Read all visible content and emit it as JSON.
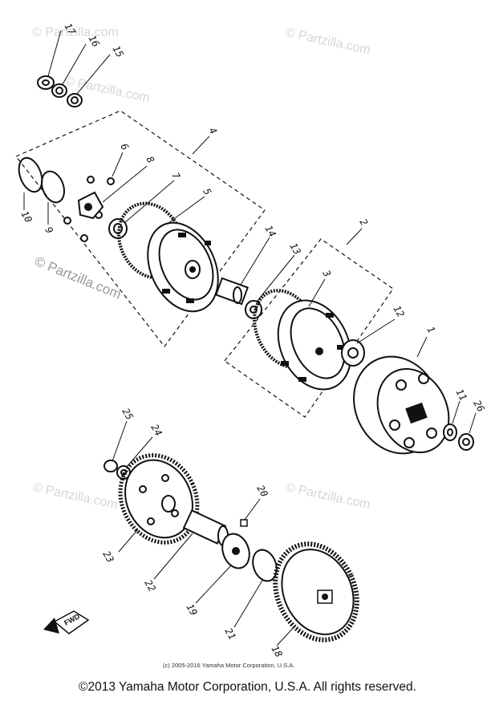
{
  "watermarks": [
    "© Partzilla.com",
    "© Partzilla.com",
    "© Partzilla.com",
    "© Partzilla.com",
    "© Partzilla.com",
    "© Partzilla.com"
  ],
  "callouts": {
    "p1": "1",
    "p2": "2",
    "p3": "3",
    "p4": "4",
    "p5": "5",
    "p6": "6",
    "p7": "7",
    "p8": "8",
    "p9": "9",
    "p10": "10",
    "p11": "11",
    "p12": "12",
    "p13": "13",
    "p14": "14",
    "p15": "15",
    "p16": "16",
    "p17": "17",
    "p18": "18",
    "p19": "19",
    "p20": "20",
    "p21": "21",
    "p22": "22",
    "p23": "23",
    "p24": "24",
    "p25": "25",
    "p26": "26"
  },
  "fwd_label": "FWD",
  "small_copyright": "(c) 2005-2016 Yamaha Motor Corporation, U.S.A.",
  "footer": "©2013 Yamaha Motor Corporation, U.S.A. All rights reserved."
}
